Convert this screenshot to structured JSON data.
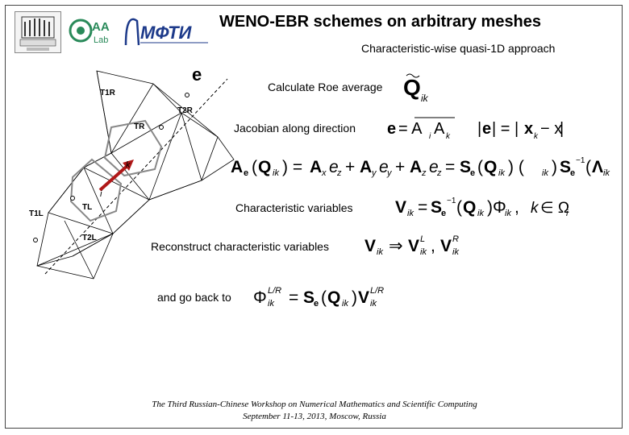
{
  "header": {
    "title": "WENO-EBR schemes on arbitrary meshes",
    "subtitle": "Characteristic-wise quasi-1D approach",
    "logos": [
      "crest-logo-icon",
      "aa-logo-icon",
      "mipt-logo-icon"
    ],
    "mipt_text": "МФТИ"
  },
  "mesh": {
    "edge_label": "e",
    "labels": [
      "T1R",
      "T2R",
      "TR",
      "k",
      "i",
      "T1L",
      "TL",
      "T2L"
    ]
  },
  "steps": {
    "roe": "Calculate Roe average",
    "jacobian": "Jacobian along direction",
    "characteristic": "Characteristic variables",
    "reconstruct": "Reconstruct characteristic variables",
    "goback": "and go back to"
  },
  "footer": {
    "line1": "The Third Russian-Chinese Workshop on Numerical Mathematics and Scientific Computing",
    "line2": "September 11-13, 2013, Moscow, Russia"
  }
}
